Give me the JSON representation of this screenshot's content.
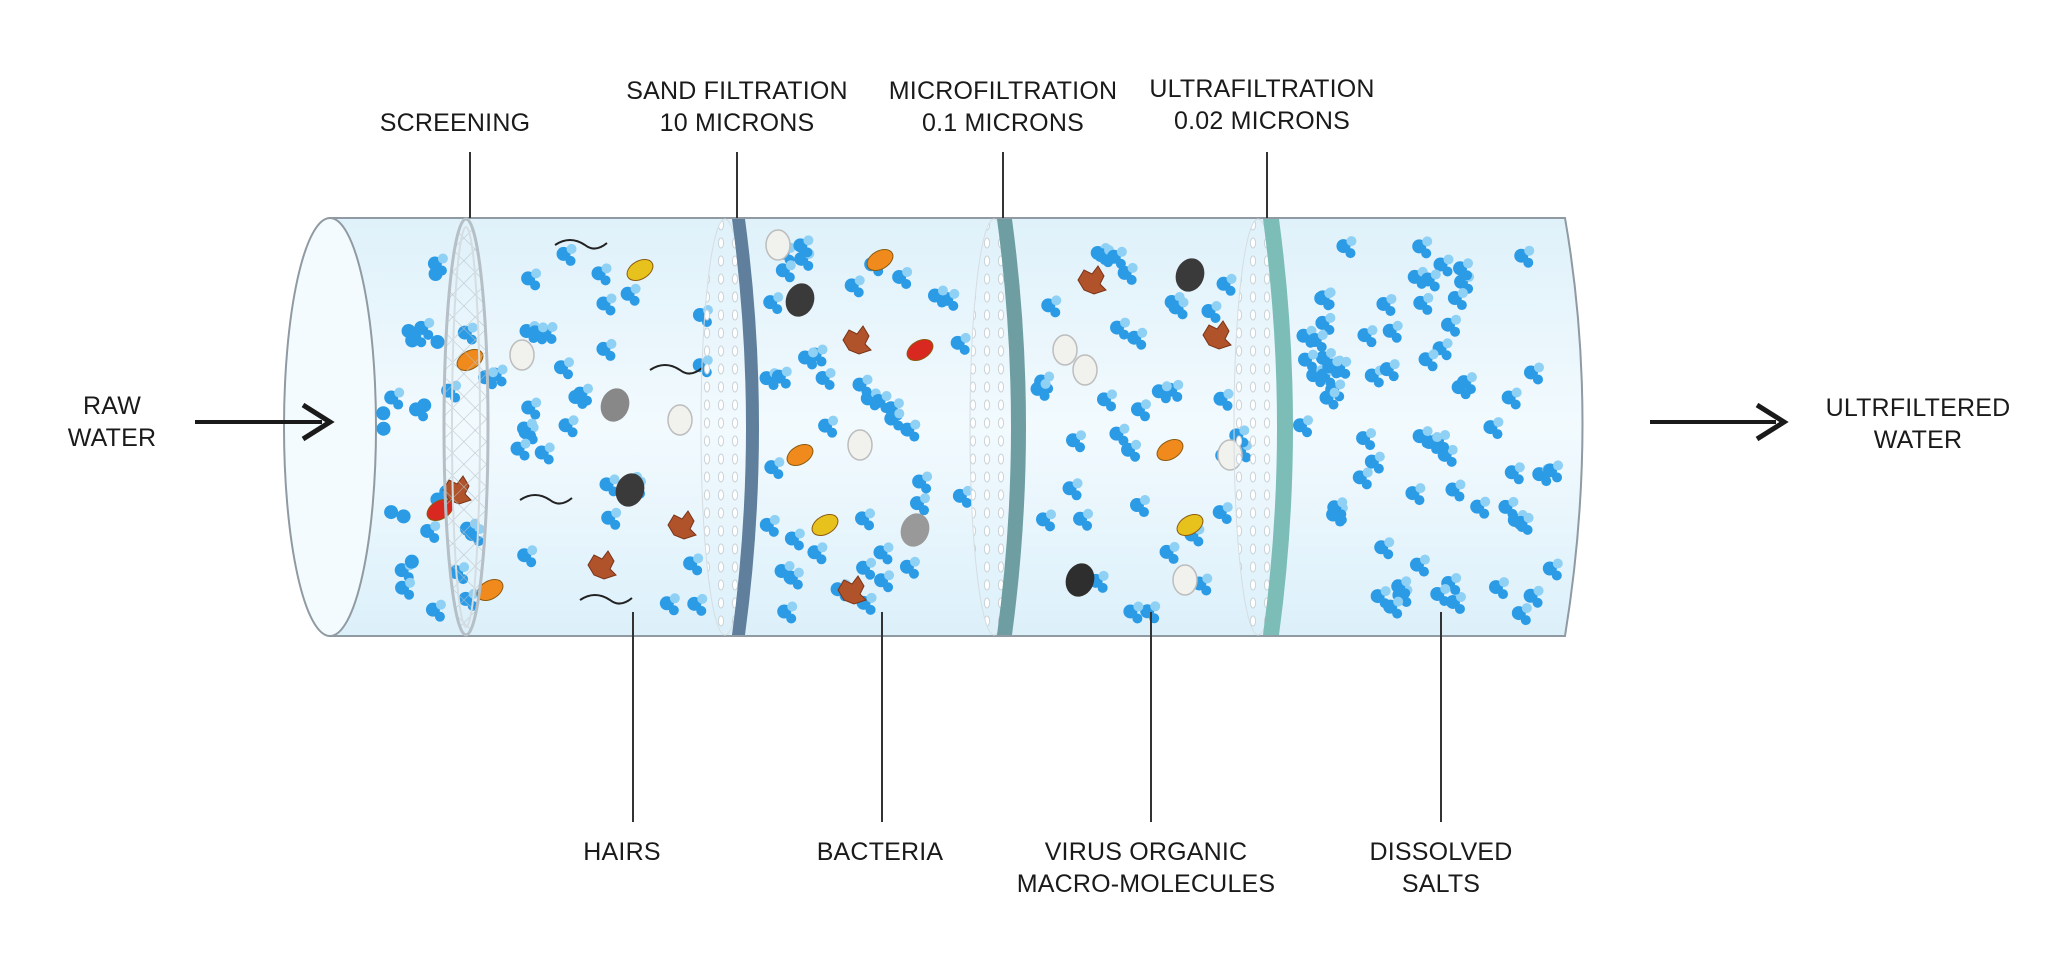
{
  "inlet": {
    "line1": "RAW",
    "line2": "WATER"
  },
  "outlet": {
    "line1": "ULTRFILTERED",
    "line2": "WATER"
  },
  "stages": [
    {
      "name": "screening",
      "line1": "SCREENING",
      "line2": ""
    },
    {
      "name": "sand-filtration",
      "line1": "SAND FILTRATION",
      "line2": "10 MICRONS"
    },
    {
      "name": "microfiltration",
      "line1": "MICROFILTRATION",
      "line2": "0.1 MICRONS"
    },
    {
      "name": "ultrafiltration",
      "line1": "ULTRAFILTRATION",
      "line2": "0.02 MICRONS"
    }
  ],
  "removed": [
    {
      "name": "hairs",
      "line1": "HAIRS",
      "line2": ""
    },
    {
      "name": "bacteria",
      "line1": "BACTERIA",
      "line2": ""
    },
    {
      "name": "virus",
      "line1": "VIRUS ORGANIC",
      "line2": "MACRO-MOLECULES"
    },
    {
      "name": "salts",
      "line1": "DISSOLVED",
      "line2": "SALTS"
    }
  ],
  "colors": {
    "water_fill": "#eaf6fc",
    "particle_blue": "#2b9be6",
    "particle_light": "#8fd0f5",
    "sand_filter": "#5f7f9c",
    "micro_filter": "#6e9ea2",
    "ultra_filter": "#7cbdb8",
    "outline": "#9aa5ad"
  }
}
